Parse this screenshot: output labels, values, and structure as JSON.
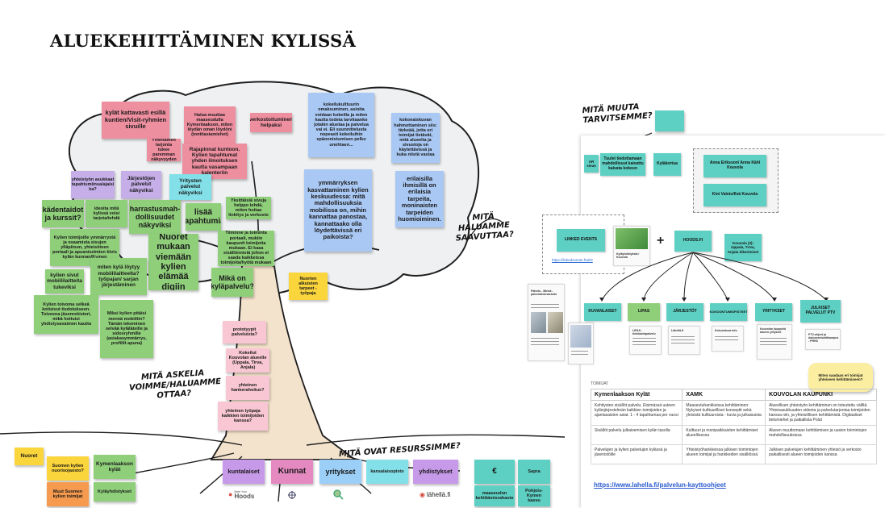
{
  "title": "ALUEKEHITTÄMINEN KYLISSÄ",
  "labels": {
    "mita_muuta": "MITÄ MUUTA\nTARVITSEMME?",
    "mita_halutaan": "MITÄ HALUAMME\nSAAVUTTAA?",
    "mita_askelia": "MITÄ ASKELIA\nVOIMME/HALUAMME\nOTTAA?",
    "mita_resurssit": "MITÄ OVAT RESURSSIMME?"
  },
  "crown_notes": {
    "n1": "kylät kattavasti esillä kuntien/Visit-ryhmien sivuille",
    "n2": "Halua muuttaa maaseudulla Kymenlaakson, miten löydän oman löydöni (tonttiasiamiehet)",
    "n3": "verkostoituminen helpaksi",
    "n4": "Yhtenäinen tarjonta tukee paremman näkyvyyden",
    "n5": "Rajapinnat kuntoon. Kylien tapahtumat yhden ilmoituksen kautta vasampaan kalenteriin",
    "n6": "kokeilukulttuurin omaksuminen, asioita voidaan kokeilla ja miten kautta todeta tarvitaanko jotakin aluetaa ja palvelua vai ei. Eli suunnittelusta nopeasti kokeiluihin epäonnistumisen pelko unohtaen...",
    "n7": "kokonaiskuvan hahmottaminen siis: tärkeää, jotta eri toimijat tietävät, mitä alueelta ja sivustoja on käytettävissä ja kuka niistä vastaa",
    "n8": "yhteistyön asukkaat tapahtumiinsa/ajaisi ka?",
    "n9": "Järjestöjen palvelut näkyviksi",
    "n10": "Yritysten palvelut näkyviksi",
    "n11": "ymmärryksen kasvattaminen kylien keskuudessa: mitä mahdollisuuksia mobilissa on, mihin kannattaa panostaa, kannattaako olla löydettävissä eri paikoista?",
    "n12": "erilaisilla ihmisillä on erilaisia tarpeita, moninaisten tarpeiden huomioiminen.",
    "n13": "kädentaidot ja kurssit?",
    "n14": "ideoita mitä kylissä voisi tarjota/tehdä",
    "n15": "harrastusmah-dollisuudet näkyviksi",
    "n16": "lisää tapahtumia",
    "n17": "Yksittäisiä sivuja helppo tehdä, miten hoitaa linkitys ja verkosto",
    "n18": "Kylien toimijoille ymmärrystä ja osaamista sisujen ylläpitoon, yhteisöinen portaali ja apuaniselmien tiivis kylän kunnan/Kymen",
    "n19": "Nuoret mukaan viemään kylien elämää digiin",
    "n20": "Tiiminne ja toiminta portaali, mukiin kaupunit toimijoita mukaan. Ei kaaa sisällönnistä johon ei saada kaikkeissa toimijoita/hyötä mukaan",
    "n21": "miten kylä löytyy mobiililaitteelta? työpajan/ sarjan järjestäminen",
    "n22": "kylien sivut mobiililaitteita tukeviksi",
    "n23": "Mikä on kyläpalvelu?",
    "n24": "Kylien toivoma selkeä kotisivut tiedotukseen. Toiveena jäsenrekisteri, mikä hoituisi yhdistysavaimen kautta",
    "n25": "Miksi kylien pitäisi mennä mobiiliin? Tämän tekeminen selvää kyläläisille ja sidosryhmille (asiakasymmärrys, profiilit apuna)",
    "n26": "Nuorten alkuisten tarpeet - työpaja"
  },
  "trunk_notes": {
    "t1": "prototyypit palveluista?",
    "t2": "Kokeilut Kouvolan alueelle (Uppala, Tirva, Anjala)",
    "t3": "yhteinen hankerahoitus?",
    "t4": "yhteinen työpaja kaikkien toimijoiden kanssa?"
  },
  "resources": {
    "nuoret": "Nuoret",
    "suomen_nuoriso": "Suomen kylien nuorisojaosto?",
    "muut_suomen": "Muut Suomen kylien toimijat",
    "kymenlaakson": "Kymenlaakson kylät",
    "kylayhdistykset": "Kyläyhdistykset",
    "kuntalaiset": "kuntalaiset",
    "kunnat": "Kunnat",
    "yritykset": "yritykset",
    "kansalaisopisto": "kansalaisopisto",
    "yhdistykset": "yhdistykset",
    "euro": "€",
    "maaseudun": "maaseudun kehittämisrahasto",
    "sapra": "Sapra",
    "pohjois": "Pohjois-Kymen kasvu"
  },
  "logos": {
    "hoods": "Hoods",
    "hoods_small": "Meet Your",
    "lahella": "lähellä.fi"
  },
  "right_panel": {
    "n_ar": "AR sivus",
    "n_tuulet": "Tuulet tiedottamaan mahdollisuut kaivattu kaivata kokeun",
    "n_kylakortua": "Kyläkortua",
    "n_anna": "Anna Eriksson/ Anna Kähl Kouvola",
    "n_kini": "Kini Vainio/Ilvä Kouvola",
    "linked": "LINKED EVENTS",
    "linked_url": "https://linkedevents.fra/ID",
    "hoodsfi": "HOODS.FI",
    "kouvola": "Kouvola (3): Uppala, Tirva, Anjala tiikerimiset",
    "kouvola_thumb": "Kyläyhdistyksiä / Kouvola",
    "plus": "+",
    "cat_kuvanlaiset": "KUVANLAISET",
    "cat_lipas": "LIPAS",
    "cat_jarjestot": "JÄRJESTÖT",
    "cat_kokoontumis": "KOKOONTUMISPISTEET",
    "cat_yritykset": "YRITYKSET",
    "cat_julkiset": "JULKISET PALVELUT PTV",
    "lipas_cap": "LIPAS - tietokantapalvelu",
    "lahella_cap": "Lähellä.fi",
    "kokoont_cap": "Kokoontuva info",
    "yritys_cap": "Kouvolan kaupunki alueen yritykset",
    "ptv_cap": "PTV-ohjeet ja dokumentointikampus - PRHS",
    "mobile_cap": "Palvelu - Minnä - palvelutietovaranto",
    "question": "Miten saadaan eri toimijat yhteiseen kehittämiseen?",
    "toimijat_label": "TOIMIJAT",
    "url": "https://www.lahella.fi/palvelun-kayttoohjeet"
  },
  "table": {
    "headers": [
      "Kymenlaakson Kylät",
      "XAMK",
      "KOUVOLAN KAUPUNKI"
    ],
    "rows": [
      [
        "Kehitysten sisällöt palvelu. Etsimässä uuteen kylänjärjestelmän kaikkien toimijoiden ja ajantasaisten asiat. 1 - 4 tapahtumaa per vuosi",
        "Maaseutuhankkeissa kehittäminen: Nykyiset kulttuurilliset konseptit sekä yleisistä kulttuureista - kuvia ja julkaisuista",
        "Alueellisen yhteistyön kehittäminen on toteutettu väliltä. Yhteisasukkuuden sidonta ja palvelutarjontaa toimijoiden kanssa niin, ja yhteisöllisen kehittämistä. Digitaaliset tietomiehet ja paikallista Polut"
      ],
      [
        "Sisällöt palvelu julkaisemisen kylän tasolla",
        "Kulttuuri ja monipaikkaisten kehittämiset alueellisessa",
        "Alueen muuttomaan kehittämisen ja uusien toimintojen mahdollisuuksissa"
      ],
      [
        "Palvelujen ja kylien palvelujen kylässä ja jäsenistöille",
        "Yhteistyöhankkeissa julkisen toimintojen alueen toimijat ja hankkeiden sisällöissä",
        "Julkisen palvelujen kehittäminen yhteisö ja verkosto paikallisesti alueen toimijoiden kanssa"
      ]
    ]
  }
}
